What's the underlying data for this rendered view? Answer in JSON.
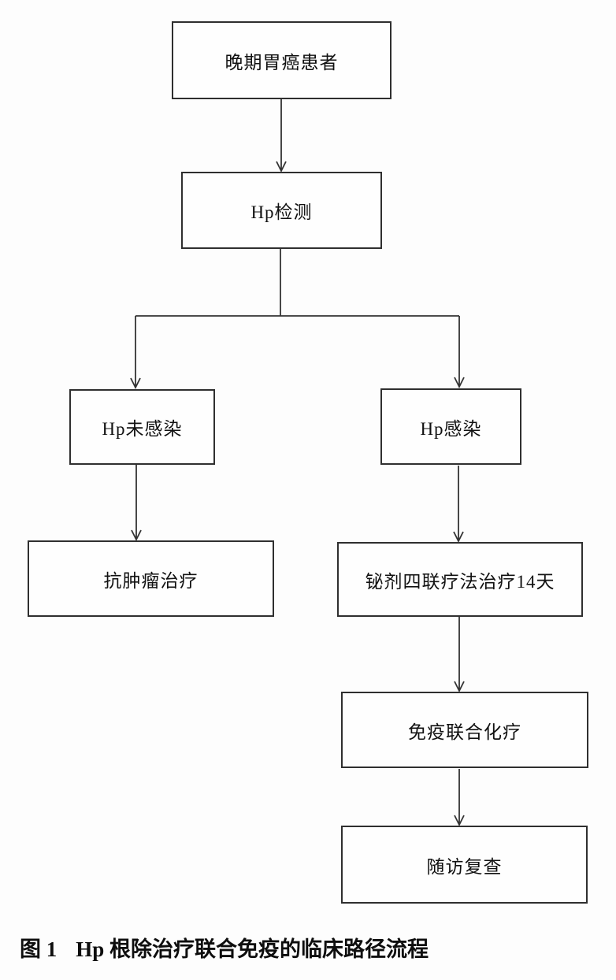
{
  "flowchart": {
    "type": "flowchart",
    "nodes": {
      "patient": {
        "label": "晚期胃癌患者"
      },
      "hp_test": {
        "label": "Hp检测"
      },
      "hp_negative": {
        "label": "Hp未感染"
      },
      "hp_positive": {
        "label": "Hp感染"
      },
      "antitumor": {
        "label": "抗肿瘤治疗"
      },
      "quadruple": {
        "label": "铋剂四联疗法治疗14天"
      },
      "immuno_chemo": {
        "label": "免疫联合化疗"
      },
      "followup": {
        "label": "随访复查"
      }
    },
    "edges": [
      {
        "from": "patient",
        "to": "hp_test"
      },
      {
        "from": "hp_test",
        "to": "hp_negative"
      },
      {
        "from": "hp_test",
        "to": "hp_positive"
      },
      {
        "from": "hp_negative",
        "to": "antitumor"
      },
      {
        "from": "hp_positive",
        "to": "quadruple"
      },
      {
        "from": "quadruple",
        "to": "immuno_chemo"
      },
      {
        "from": "immuno_chemo",
        "to": "followup"
      }
    ]
  },
  "caption": {
    "figure_label": "图 1",
    "title": "Hp 根除治疗联合免疫的临床路径流程"
  },
  "colors": {
    "line": "#333333",
    "box_border": "#2f2f2f",
    "background": "#fdfdfd",
    "text": "#111111"
  }
}
